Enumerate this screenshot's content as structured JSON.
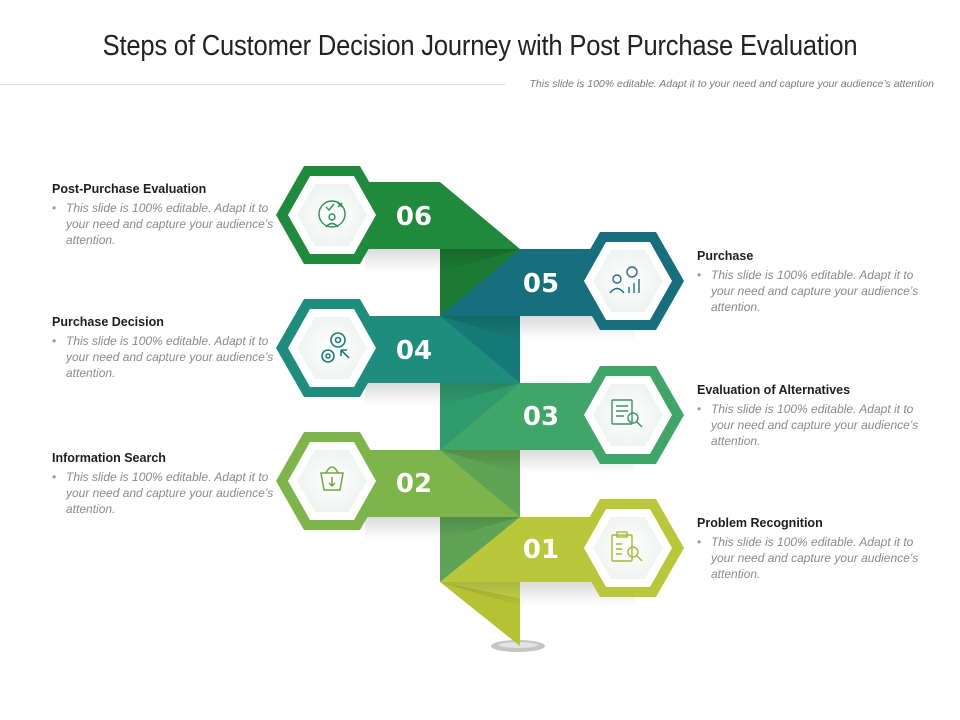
{
  "title": "Steps of Customer Decision Journey with Post Purchase Evaluation",
  "subtitle": "This slide is 100% editable. Adapt it to your need and capture your audience’s attention",
  "steps": [
    {
      "number": "01",
      "name": "Problem Recognition",
      "description": "This slide is 100% editable. Adapt it to your need and capture your audience’s attention.",
      "color": "#b9c73a",
      "icon": "clipboard-search-icon"
    },
    {
      "number": "02",
      "name": "Information Search",
      "description": "This slide is 100% editable. Adapt it to your need and capture your audience’s attention.",
      "color": "#7db54a",
      "icon": "shopping-basket-icon"
    },
    {
      "number": "03",
      "name": "Evaluation of Alternatives",
      "description": "This slide is 100% editable. Adapt it to your need and capture your audience’s attention.",
      "color": "#3fa568",
      "icon": "document-search-icon"
    },
    {
      "number": "04",
      "name": "Purchase Decision",
      "description": "This slide is 100% editable. Adapt it to your need and capture your audience’s attention.",
      "color": "#1e8d7d",
      "icon": "gears-cursor-icon"
    },
    {
      "number": "05",
      "name": "Purchase",
      "description": "This slide is 100% editable. Adapt it to your need and capture your audience’s attention.",
      "color": "#176f7e",
      "icon": "person-idea-chart-icon"
    },
    {
      "number": "06",
      "name": "Post-Purchase Evaluation",
      "description": "This slide is 100% editable. Adapt it to your need and capture your audience’s attention.",
      "color": "#1f8a3c",
      "icon": "person-evaluation-icon"
    }
  ]
}
